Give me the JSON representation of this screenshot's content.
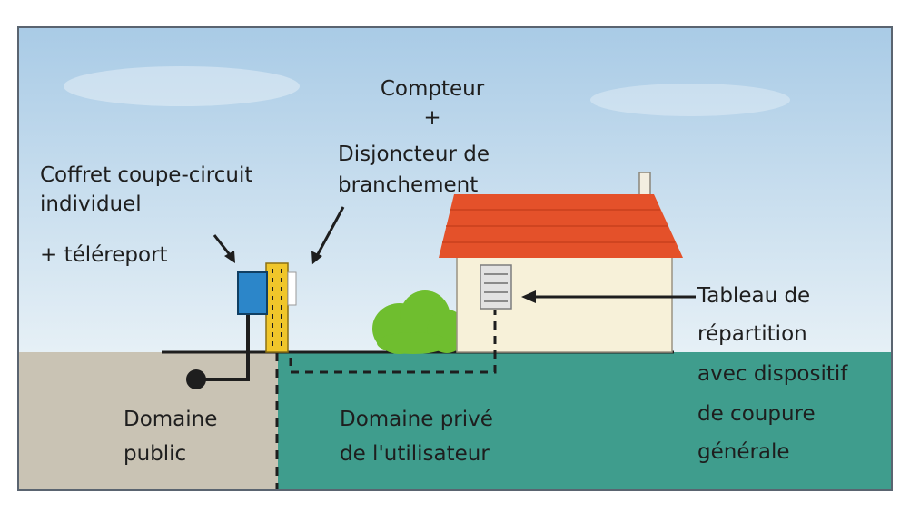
{
  "labels": {
    "compteur": "Compteur",
    "plus": "+",
    "disjoncteur_l1": "Disjoncteur de",
    "disjoncteur_l2": "branchement",
    "coffret_l1": "Coffret coupe-circuit",
    "coffret_l2": "individuel",
    "telereport": "+ téléreport",
    "tableau_l1": "Tableau de",
    "tableau_l2": "répartition",
    "tableau_l3": "avec dispositif",
    "tableau_l4": "de coupure",
    "tableau_l5": "générale",
    "domaine_public_l1": "Domaine",
    "domaine_public_l2": "public",
    "domaine_prive_l1": "Domaine privé",
    "domaine_prive_l2": "de l'utilisateur"
  },
  "colors": {
    "sky_top": "#a9cbe6",
    "sky_bottom": "#e6f0f6",
    "ground_public": "#c9c3b4",
    "ground_private": "#3f9d8d",
    "roof": "#e4512a",
    "house_wall": "#f7f1d9",
    "coffret": "#2c86c9",
    "meter_post": "#f0c62a",
    "bush": "#6fbe2f",
    "line": "#1e1e1e"
  }
}
